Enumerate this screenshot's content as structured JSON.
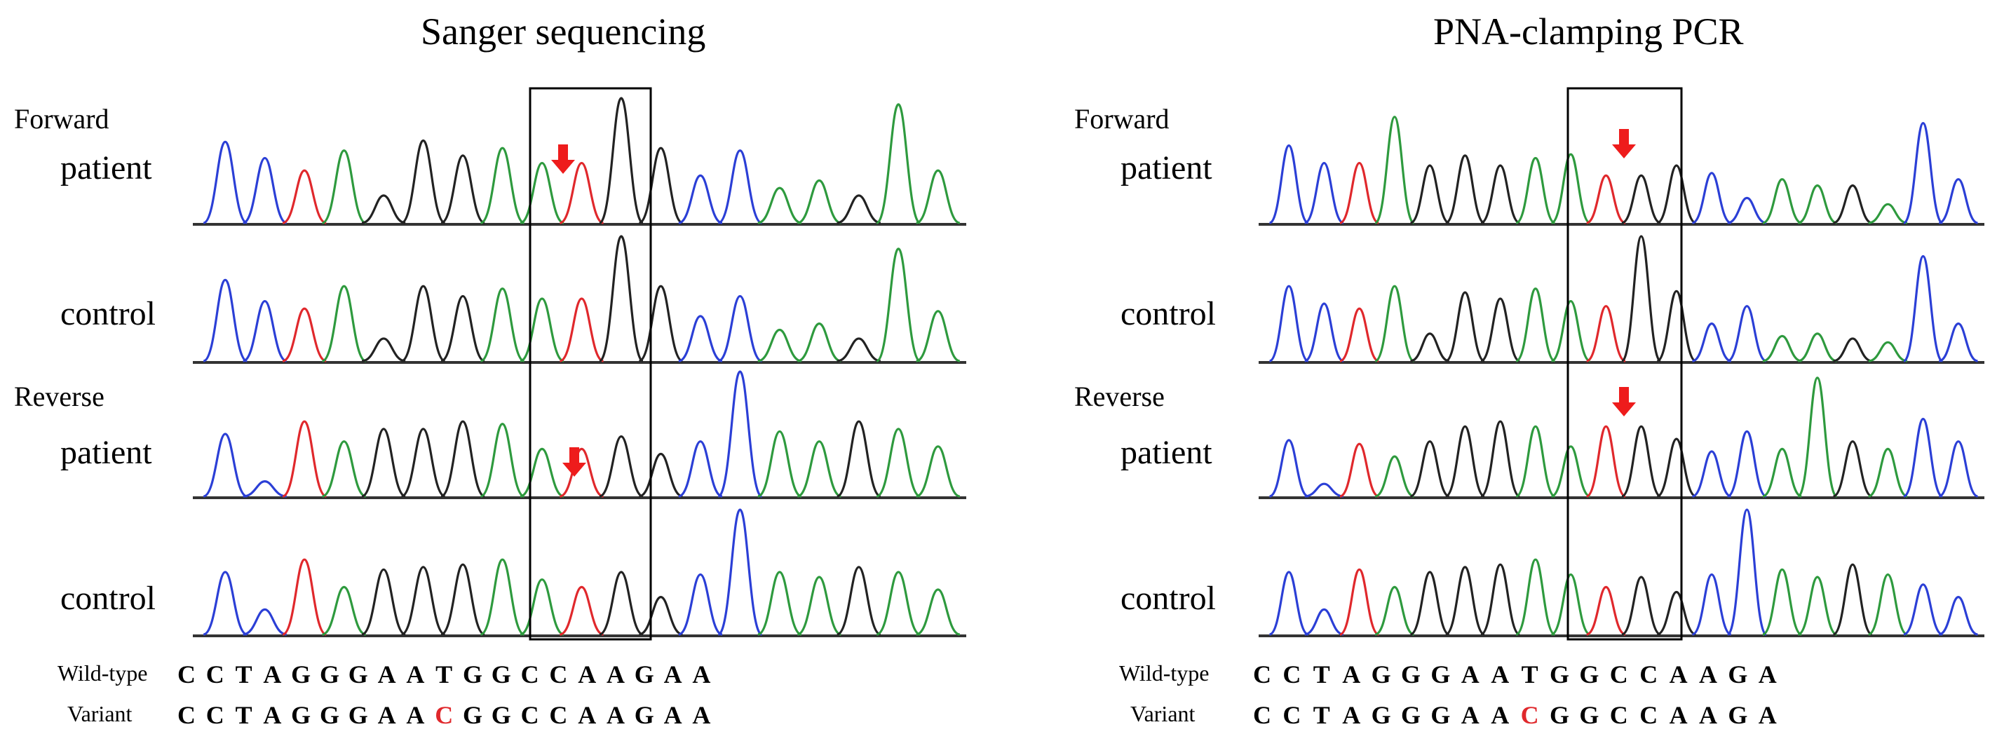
{
  "panels": [
    {
      "id": "left",
      "title": "Sanger sequencing",
      "labels": {
        "forward": "Forward",
        "reverse": "Reverse",
        "patient": "patient",
        "control": "control"
      },
      "wild_type_label": "Wild-type",
      "variant_label": "Variant",
      "wild_type_bases": [
        "C",
        "C",
        "T",
        "A",
        "G",
        "G",
        "G",
        "A",
        "A",
        "T",
        "G",
        "G",
        "C",
        "C",
        "A",
        "A",
        "G",
        "A",
        "A"
      ],
      "variant_bases": [
        "C",
        "C",
        "T",
        "A",
        "G",
        "G",
        "G",
        "A",
        "A",
        "C",
        "G",
        "G",
        "C",
        "C",
        "A",
        "A",
        "G",
        "A",
        "A"
      ],
      "highlight_index": 9
    },
    {
      "id": "right",
      "title": "PNA-clamping PCR",
      "labels": {
        "forward": "Forward",
        "reverse": "Reverse",
        "patient": "patient",
        "control": "control"
      },
      "wild_type_label": "Wild-type",
      "variant_label": "Variant",
      "wild_type_bases": [
        "C",
        "C",
        "T",
        "A",
        "G",
        "G",
        "G",
        "A",
        "A",
        "T",
        "G",
        "G",
        "C",
        "C",
        "A",
        "A",
        "G",
        "A"
      ],
      "variant_bases": [
        "C",
        "C",
        "T",
        "A",
        "G",
        "G",
        "G",
        "A",
        "A",
        "C",
        "G",
        "G",
        "C",
        "C",
        "A",
        "A",
        "G",
        "A"
      ],
      "highlight_index": 9
    }
  ],
  "colors": {
    "A": "#2e9a3e",
    "C": "#2b3fd6",
    "G": "#222222",
    "T": "#e0282c",
    "arrow": "#ee1c1c",
    "variant_highlight": "#e0282c"
  }
}
